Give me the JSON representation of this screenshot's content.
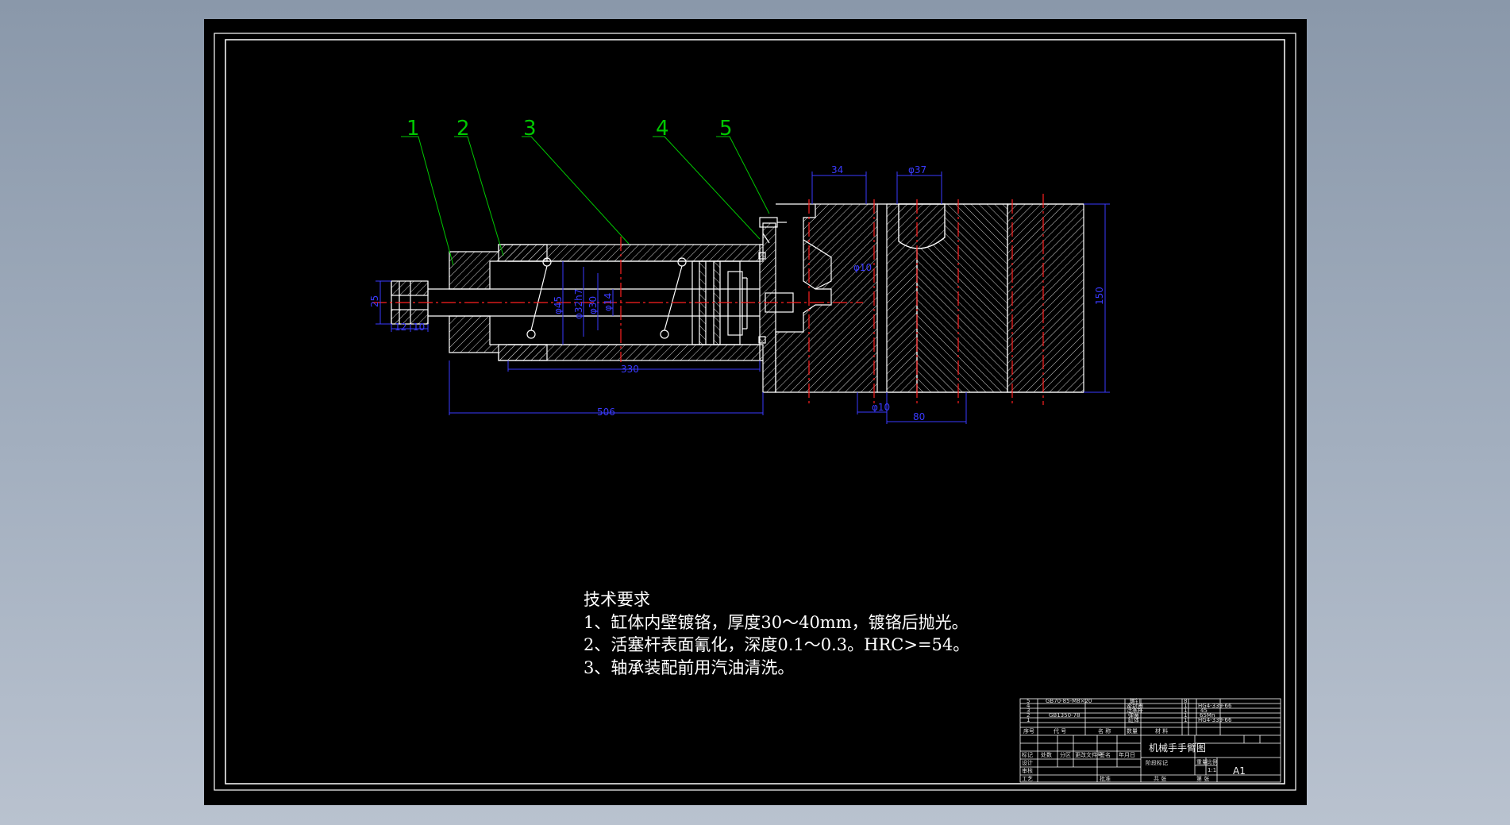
{
  "balloons": [
    "1",
    "2",
    "3",
    "4",
    "5"
  ],
  "dimensions": {
    "d_34": "34",
    "d_phi37": "φ37",
    "d_150": "150",
    "d_25": "25",
    "d_12": "12",
    "d_10": "10",
    "d_phi45": "φ45",
    "d_phi32h7": "φ32h7",
    "d_phi30": "φ30",
    "d_phi14": "φ14",
    "d_330": "330",
    "d_506": "506",
    "d_phi10": "φ10",
    "d_80": "80"
  },
  "requirements": {
    "heading": "技术要求",
    "lines": [
      "1、缸体内壁镀铬，厚度30～40mm，镀铬后抛光。",
      "2、活塞杆表面氰化，深度0.1～0.3。HRC>=54。",
      "3、轴承装配前用汽油清洗。"
    ]
  },
  "title_block": {
    "bom_rows": [
      {
        "no": "5",
        "code": "GB70-85-M8×20",
        "name": "螺钉",
        "qty": "8",
        "material": ""
      },
      {
        "no": "4",
        "code": "",
        "name": "密封圈",
        "qty": "1",
        "material": "HG4-339-66"
      },
      {
        "no": "3",
        "code": "",
        "name": "活塞杆",
        "qty": "1",
        "material": "45"
      },
      {
        "no": "2",
        "code": "GB1350-78",
        "name": "弹簧",
        "qty": "1",
        "material": "65Mn"
      },
      {
        "no": "1",
        "code": "",
        "name": "缸体",
        "qty": "1",
        "material": "HG4-339-66"
      }
    ],
    "header": {
      "no": "序号",
      "code": "代 号",
      "name": "名 称",
      "qty": "数量",
      "material": "材 料"
    },
    "drawing_title": "机械手手臂图",
    "stage_label": "阶段标记",
    "weight_label": "重量",
    "scale_label": "比例",
    "scale_value": "1:1",
    "sheet_label": "共 张",
    "sheet_of": "第 张",
    "size": "A1",
    "sign_rows": [
      "标记",
      "设计",
      "审核",
      "工艺"
    ],
    "sign_cols": [
      "处数",
      "分区",
      "更改文件号",
      "签名",
      "年月日"
    ],
    "approve": "批准"
  },
  "colors": {
    "background": "#000000",
    "frame": "#ffffff",
    "hatch": "#d8d8d8",
    "centerline": "#ff2020",
    "dimension": "#3a3aff",
    "leader": "#00c800"
  }
}
